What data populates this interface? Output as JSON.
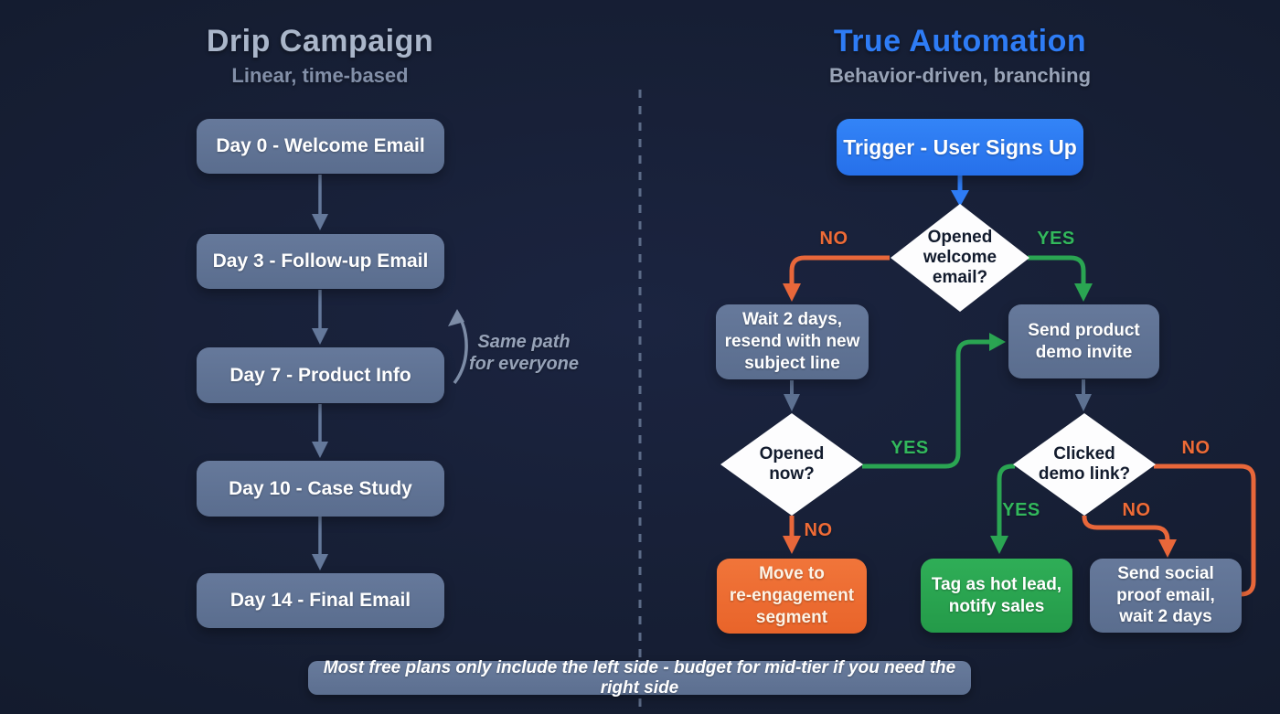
{
  "left": {
    "title": "Drip Campaign",
    "subtitle": "Linear, time-based",
    "steps": [
      {
        "label": "Day 0 - Welcome Email"
      },
      {
        "label": "Day 3 - Follow-up Email"
      },
      {
        "label": "Day 7 - Product Info"
      },
      {
        "label": "Day 10 - Case Study"
      },
      {
        "label": "Day 14 - Final Email"
      }
    ],
    "annotation": "Same path\nfor everyone"
  },
  "right": {
    "title": "True Automation",
    "subtitle": "Behavior-driven, branching",
    "trigger_label": "Trigger - User Signs Up",
    "decisions": {
      "d1": "Opened\nwelcome\nemail?",
      "d2": "Opened\nnow?",
      "d3": "Clicked\ndemo link?"
    },
    "labels": {
      "d1_no": "NO",
      "d1_yes": "YES",
      "d2_yes": "YES",
      "d2_no": "NO",
      "d3_yes": "YES",
      "d3_no_outer": "NO",
      "d3_no_inner": "NO"
    },
    "actions": {
      "wait_resend": "Wait 2 days,\nresend with new\nsubject line",
      "demo_invite": "Send product\ndemo invite",
      "reengagement": "Move to\nre-engagement\nsegment",
      "hot_lead": "Tag as hot lead,\nnotify sales",
      "social_proof": "Send social\nproof email,\nwait 2 days"
    }
  },
  "footer": {
    "note": "Most free plans only include the left side - budget for mid-tier if you need the right side"
  },
  "colors": {
    "background": "#151d31",
    "panel_box": "#5d7191",
    "accent_blue": "#2e7cf5",
    "accent_green": "#2aa552",
    "accent_orange": "#ed6a38",
    "diamond_fill": "#fdfdfe",
    "yes_text": "#32b85c",
    "no_text": "#ef6b36"
  }
}
